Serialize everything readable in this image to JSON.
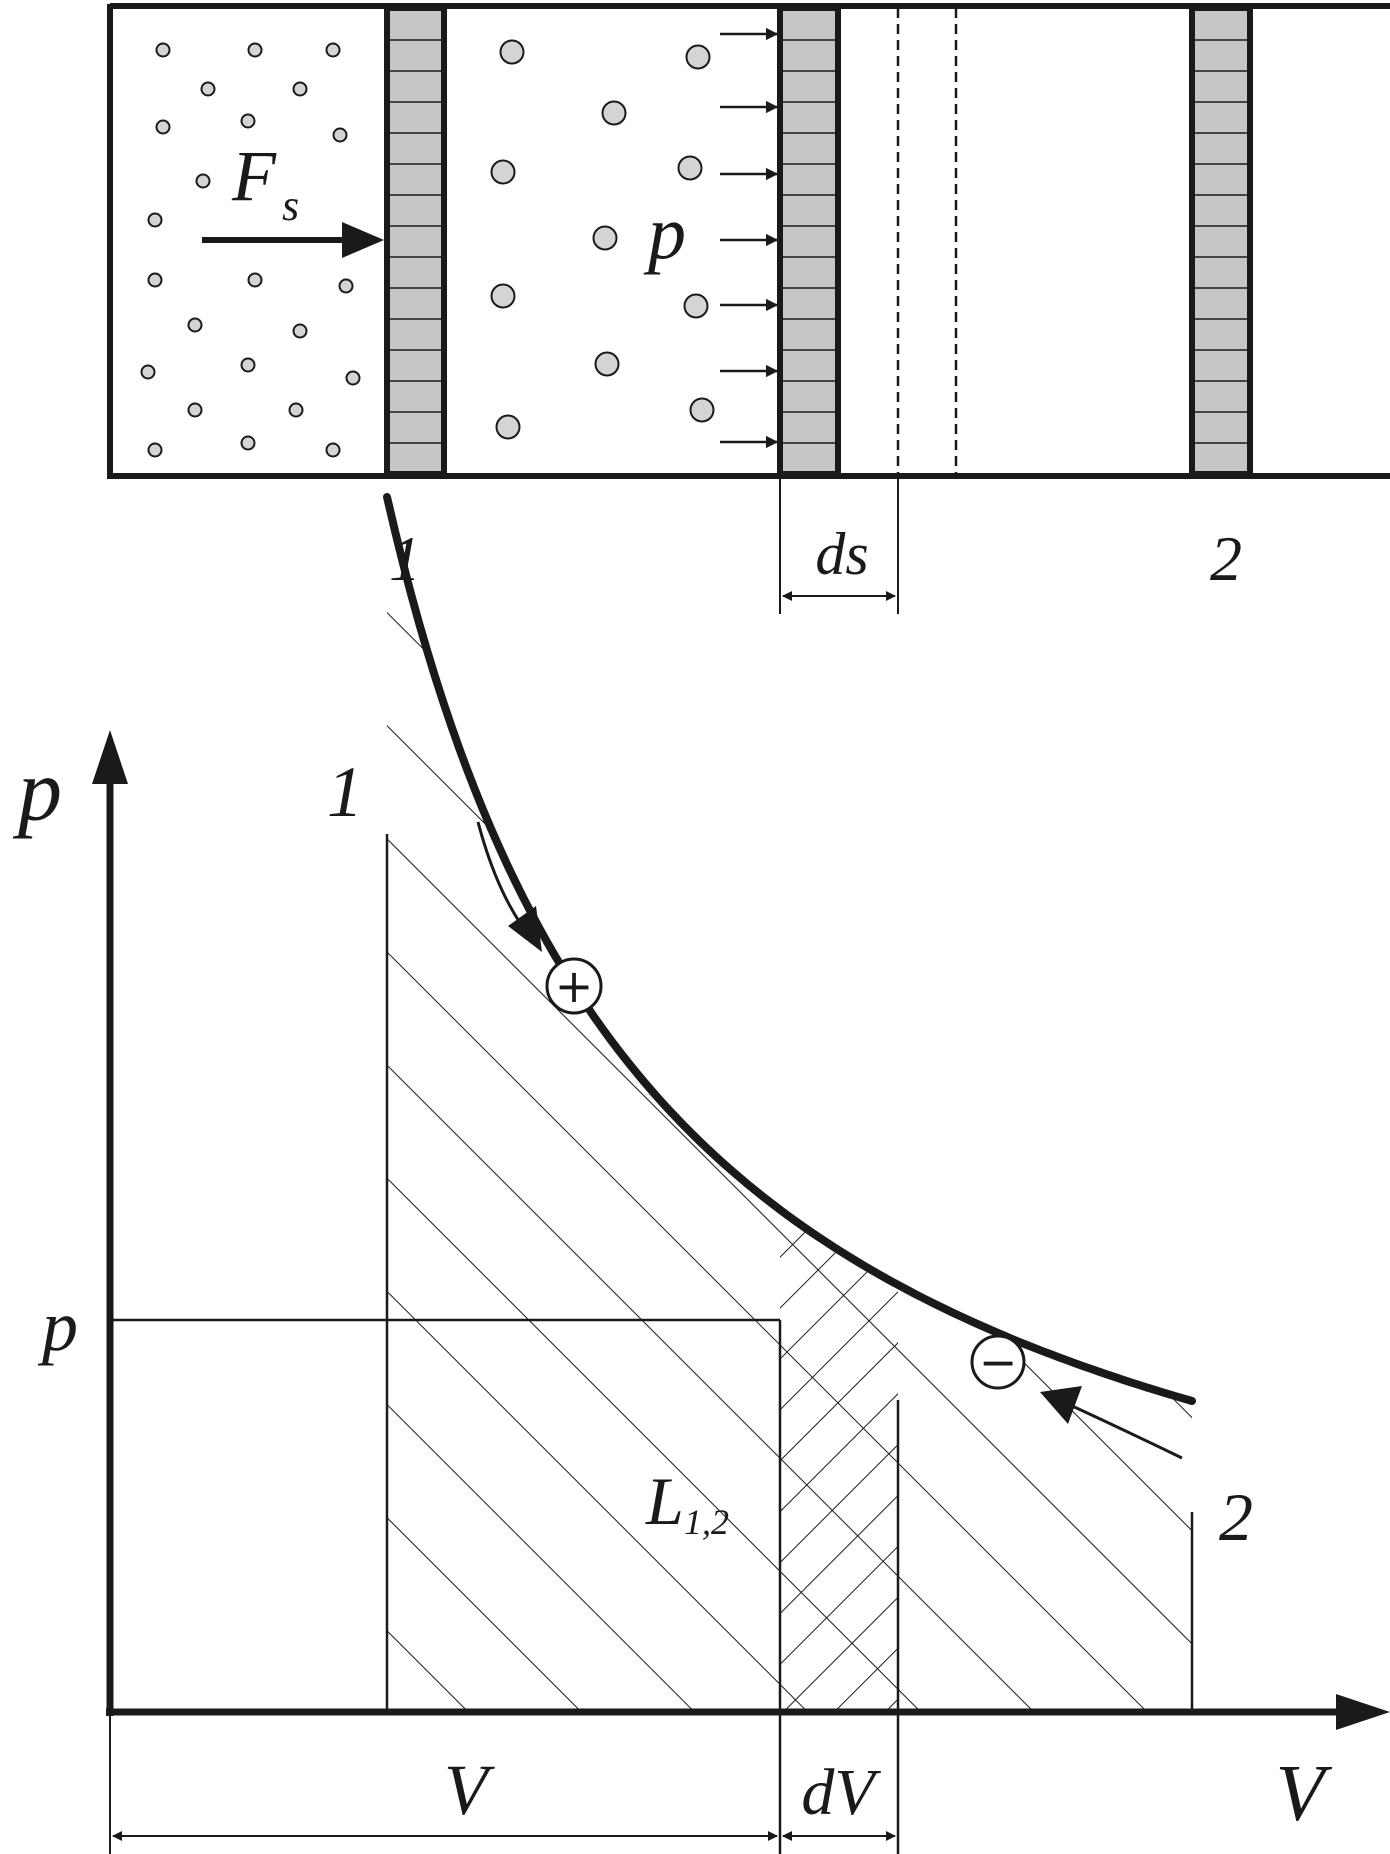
{
  "cylinder": {
    "force_label": "F",
    "force_subscript": "s",
    "pressure_label": "p",
    "position_1_label": "1",
    "position_2_label": "2",
    "displacement_label": "ds"
  },
  "pv_diagram": {
    "y_axis_label": "p",
    "x_axis_label": "V",
    "pressure_level_label": "p",
    "state_1_label": "1",
    "state_2_label": "2",
    "work_label": "L",
    "work_subscript": "1,2",
    "volume_label": "V",
    "volume_change_label": "dV",
    "expansion_sign": "+",
    "compression_sign": "−"
  },
  "colors": {
    "line": "#1a1a1a",
    "piston_fill": "#c6c6c6",
    "particle_fill": "#d4d4d4"
  }
}
